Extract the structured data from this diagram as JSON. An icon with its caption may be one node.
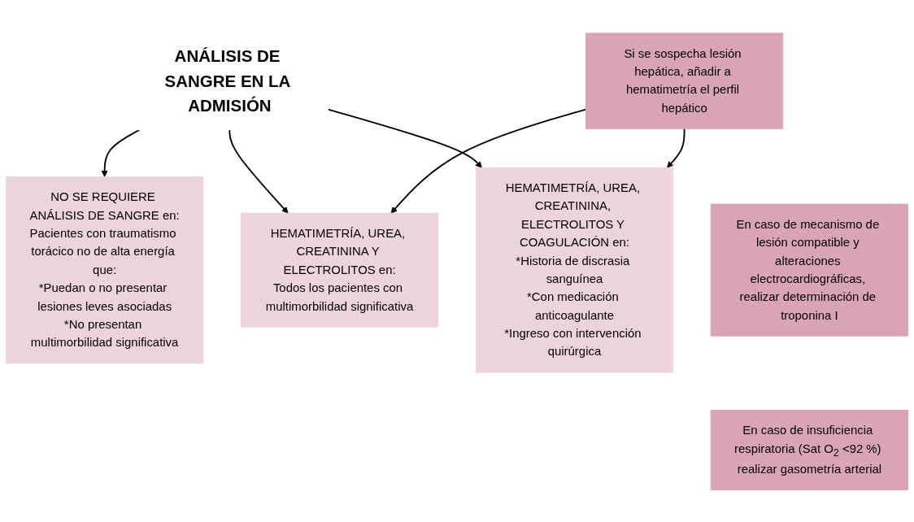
{
  "diagram": {
    "nodes": [
      {
        "text": [
          "ANÁLISIS DE SANGRE EN LA ADMISIÓN"
        ]
      },
      {
        "text": [
          "NO SE REQUIERE ANÁLISIS DE SANGRE en:",
          "Pacientes con traumatismo torácico no de alta energía que:",
          "*Puedan o no presentar lesiones leves asociadas",
          "*No presentan multimorbilidad significativa"
        ]
      },
      {
        "text": [
          "HEMATIMETRÍA, UREA, CREATININA Y ELECTROLITOS en:",
          "Todos los pacientes con multimorbilidad significativa"
        ]
      },
      {
        "text": [
          "HEMATIMETRÍA, UREA, CREATININA, ELECTROLITOS Y COAGULACIÓN en:",
          "*Historia de discrasia sanguínea",
          "*Con medicación anticoagulante",
          "*Ingreso con intervención quirúrgica"
        ]
      },
      {
        "text": [
          "Si se sospecha lesión hepática, añadir a hematimetría el perfil hepático"
        ]
      },
      {
        "text": [
          "En caso de mecanismo de lesión compatible y alteraciones electrocardiográficas, realizar determinación de troponina I"
        ]
      },
      {
        "text": [
          "En caso de insuficiencia respiratoria (Sat O$_{2}$ <92 %) realizar gasometría arterial"
        ]
      }
    ],
    "edges": [
      {
        "from": 0,
        "to": 1,
        "arrow": "to"
      },
      {
        "from": 0,
        "to": 2,
        "arrow": "to"
      },
      {
        "from": 0,
        "to": 3,
        "arrow": "to"
      },
      {
        "from": 4,
        "to": 2,
        "arrow": "to"
      },
      {
        "from": 4,
        "to": 3,
        "arrow": "to"
      }
    ]
  }
}
